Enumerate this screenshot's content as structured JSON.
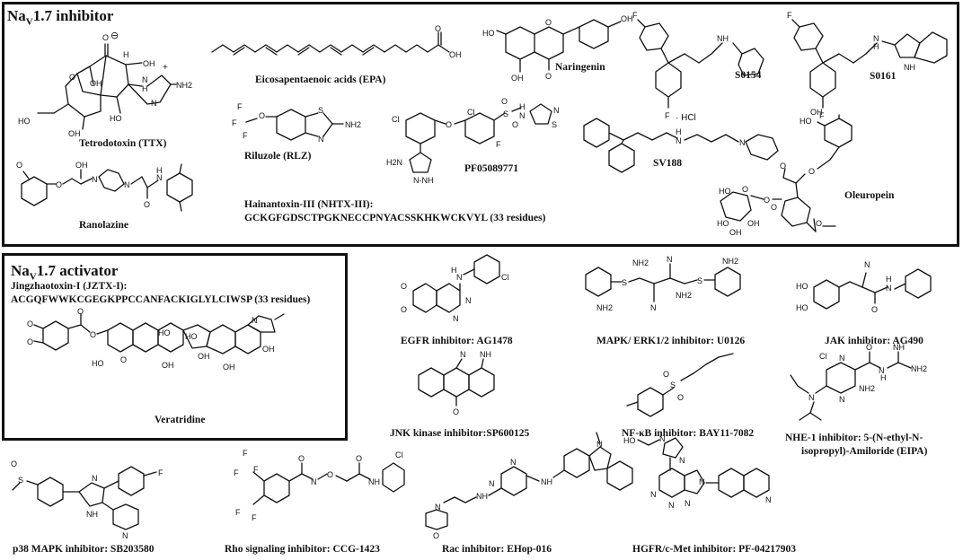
{
  "inhibitor_panel": {
    "title_main": "Na",
    "title_sub": "V",
    "title_rest": "1.7 inhibitor",
    "compounds": {
      "ttx": "Tetrodotoxin (TTX)",
      "epa": "Eicosapentaenoic acids (EPA)",
      "naringenin": "Naringenin",
      "s0154": "S0154",
      "s0161": "S0161",
      "riluzole": "Riluzole (RLZ)",
      "pf05089771": "PF05089771",
      "sv188": "SV188",
      "oleuropein": "Oleuropein",
      "ranolazine": "Ranolazine",
      "hntx_name": "Hainantoxin-III (NHTX-III):",
      "hntx_seq": "GCKGFGDSCTPGKNECCPNYACSSKHKWCKVYL (33 residues)"
    },
    "atoms": {
      "o_minus": "O",
      "nh2": "NH2",
      "oh": "OH",
      "ho": "HO",
      "o": "O",
      "f": "F",
      "n": "N",
      "nh": "NH",
      "h": "H",
      "s": "S",
      "cl": "Cl",
      "hcl": "· HCl",
      "h2n": "H2N",
      "nnh": "N-NH",
      "plus": "+",
      "minus": "⊖"
    }
  },
  "activator_panel": {
    "title_main": "Na",
    "title_sub": "V",
    "title_rest": "1.7 activator",
    "jztx_name": "Jingzhaotoxin-I (JZTX-I):",
    "jztx_seq": "ACGQFWWKCGEGKPPCCANFACKIGLYLCIWSP (33 residues)",
    "veratridine": "Veratridine"
  },
  "other_compounds": {
    "egfr": "EGFR inhibitor: AG1478",
    "mapk": "MAPK/ ERK1/2 inhibitor: U0126",
    "jak": "JAK inhibitor: AG490",
    "jnk": "JNK kinase inhibitor:SP600125",
    "nfkb": "NF-κB inhibitor: BAY11-7082",
    "nhe1_line1": "NHE-1 inhibitor: 5-(N-ethyl-N-",
    "nhe1_line2": "isopropyl)-Amiloride (EIPA)",
    "p38": "p38 MAPK inhibitor: SB203580",
    "rho": "Rho signaling inhibitor: CCG-1423",
    "rac": "Rac inhibitor: EHop-016",
    "hgfr": "HGFR/c-Met inhibitor: PF-04217903"
  }
}
